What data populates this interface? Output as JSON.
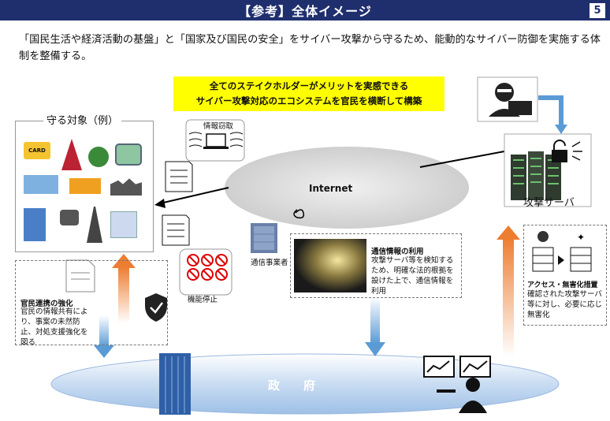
{
  "header": {
    "title": "【参考】全体イメージ",
    "page": "5"
  },
  "intro": "「国民生活や経済活動の基盤」と「国家及び国民の安全」をサイバー攻撃から守るため、能動的なサイバー防御を実施する体制を整備する。",
  "banner": {
    "line1": "全てのステイクホルダーがメリットを実感できる",
    "line2": "サイバー攻撃対応のエコシステムを官民を横断して構築"
  },
  "targets": {
    "title": "守る対象（例）",
    "card_text": "CARD"
  },
  "info_theft": "情報窃取",
  "internet": "Internet",
  "attack_server": "攻撃サーバ",
  "carrier": "通信事業者",
  "shutdown": "機能停止",
  "comm": {
    "title": "通信情報の利用",
    "body": "攻撃サーバ等を検知するため、明確な法的根拠を設けた上で、通信情報を利用"
  },
  "public_private": {
    "title": "官民連携の強化",
    "body": "官民の情報共有により、事案の未然防止、対処支援強化を図る"
  },
  "access": {
    "title": "アクセス・無害化措置",
    "body": "確認された攻撃サーバ等に対し、必要に応じ無害化"
  },
  "government": "政　　府",
  "colors": {
    "navy": "#1f2f6e",
    "banner": "#ffff00",
    "orange": "#ed7d31",
    "blue": "#5b9bd5",
    "ellipse": "#c5daf0"
  }
}
